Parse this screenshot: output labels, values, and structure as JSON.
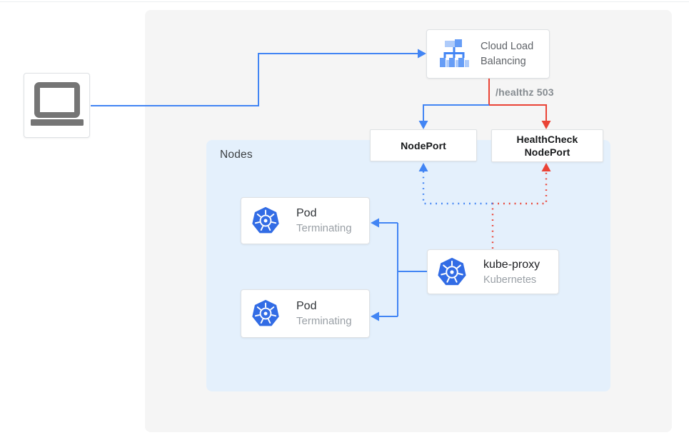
{
  "colors": {
    "flow_blue": "#4285F4",
    "flow_red": "#EA4335",
    "outer_panel_bg": "#F5F5F5",
    "nodes_panel_bg": "#E4F0FC",
    "card_border": "#DEE1E4",
    "kubernetes_blue": "#326CE5",
    "laptop_gray": "#757575",
    "muted_text": "#9AA0A6"
  },
  "panels": {
    "nodes": {
      "label": "Nodes"
    }
  },
  "nodes": {
    "client": {
      "icon": "laptop-icon"
    },
    "cloud_load_balancing": {
      "label": "Cloud Load Balancing",
      "icon": "load-balancer-icon"
    },
    "nodeport": {
      "label": "NodePort"
    },
    "healthcheck_nodeport": {
      "label": "HealthCheck NodePort"
    },
    "pod_top": {
      "title": "Pod",
      "status": "Terminating",
      "icon": "kubernetes-icon"
    },
    "pod_bottom": {
      "title": "Pod",
      "status": "Terminating",
      "icon": "kubernetes-icon"
    },
    "kube_proxy": {
      "title": "kube-proxy",
      "subtitle": "Kubernetes",
      "icon": "kubernetes-icon"
    }
  },
  "edges": {
    "healthz_label": "/healthz 503"
  }
}
